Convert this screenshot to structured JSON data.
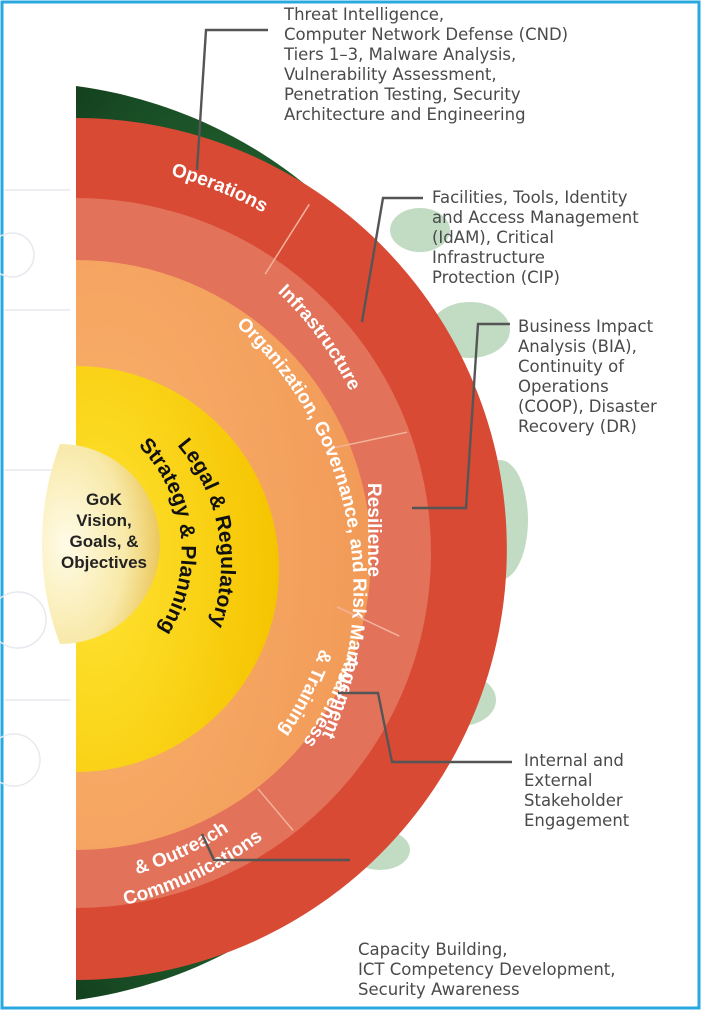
{
  "core": {
    "lines": [
      "GoK",
      "Vision,",
      "Goals, &",
      "Objectives"
    ]
  },
  "rings": {
    "strategy": "Strategy & Planning",
    "legal": "Legal & Regulatory",
    "governance": "Organization, Governance, and Risk Management"
  },
  "segments": [
    {
      "id": "operations",
      "label": "Operations"
    },
    {
      "id": "infrastructure",
      "label": "Infrastructure"
    },
    {
      "id": "resilience",
      "label": "Resilience"
    },
    {
      "id": "awareness",
      "lines": [
        "Awareness",
        "& Training"
      ]
    },
    {
      "id": "communications",
      "lines": [
        "Communications",
        "& Outreach"
      ]
    }
  ],
  "annotations": [
    {
      "id": "operations",
      "lines": [
        "Threat Intelligence,",
        "Computer Network Defense (CND)",
        "Tiers 1–3, Malware Analysis,",
        "Vulnerability Assessment,",
        "Penetration Testing, Security",
        "Architecture and Engineering"
      ]
    },
    {
      "id": "infrastructure",
      "lines": [
        "Facilities, Tools, Identity",
        "and Access Management",
        "(IdAM), Critical",
        "Infrastructure",
        "Protection (CIP)"
      ]
    },
    {
      "id": "resilience",
      "lines": [
        "Business Impact",
        "Analysis (BIA),",
        "Continuity of",
        "Operations",
        "(COOP), Disaster",
        "Recovery (DR)"
      ]
    },
    {
      "id": "awareness",
      "lines": [
        "Internal and",
        "External",
        "Stakeholder",
        "Engagement"
      ]
    },
    {
      "id": "communications",
      "lines": [
        "Capacity Building,",
        "ICT Competency Development,",
        "Security Awareness"
      ]
    }
  ],
  "colors": {
    "frame_border": "#29a8e0",
    "globe_dark": "#0e3a1c",
    "globe_light": "#2f7a3c",
    "outer_red": "#d94a35",
    "governance_ring": "#e2725a",
    "legal_ring": "#f4a25e",
    "strategy_ring": "#f6cd05",
    "core_fill": "#f7e7a6"
  }
}
